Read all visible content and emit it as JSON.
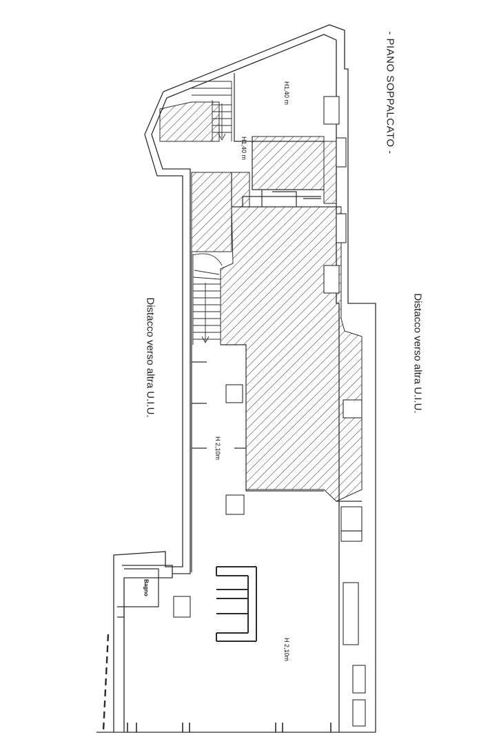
{
  "title": "- PIANO SOPPALCATO -",
  "side_labels": {
    "right": "Distacco verso altra U.I.U.",
    "left": "Distacco verso altra U.I.U."
  },
  "rooms": {
    "top": "H1,40 m",
    "small": "H1,40 m",
    "middle": "H 2,10m",
    "bottom": "H 2,10m",
    "bathroom": "Bagno"
  },
  "colors": {
    "line": "#2a2a2a",
    "hatch": "#3a3a3a"
  }
}
